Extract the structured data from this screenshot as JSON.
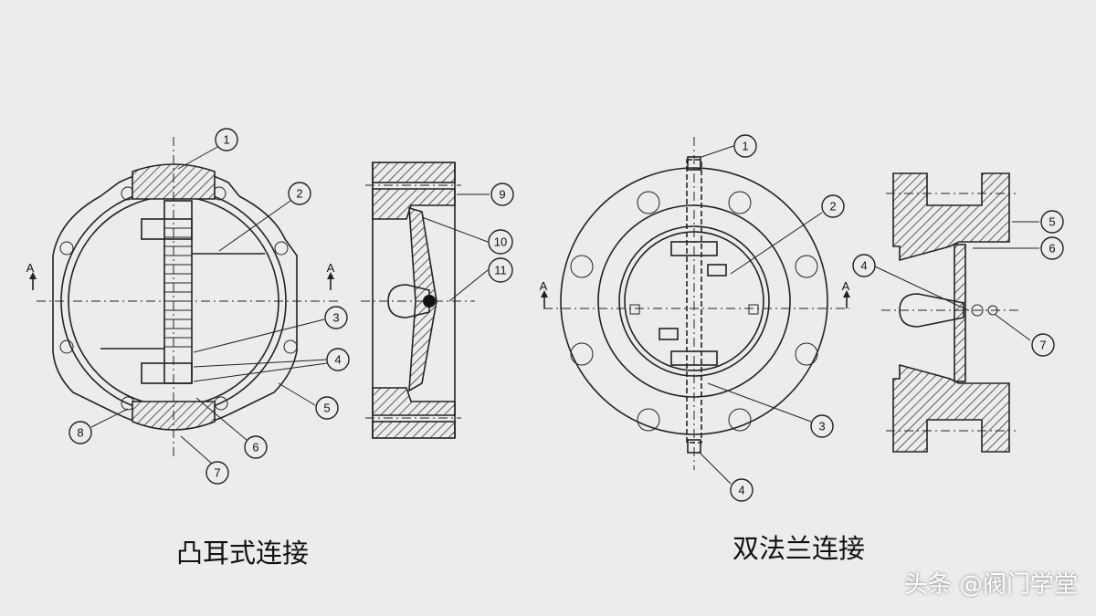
{
  "captions": {
    "left": "凸耳式连接",
    "right": "双法兰连接"
  },
  "watermark": "头条 @阀门学堂",
  "section_marks": [
    "A",
    "A",
    "A",
    "A"
  ],
  "left_view_callouts": [
    "1",
    "2",
    "3",
    "4",
    "5",
    "6",
    "7",
    "8"
  ],
  "left_side_callouts": [
    "9",
    "10",
    "11"
  ],
  "right_view_callouts": [
    "1",
    "2",
    "3",
    "4"
  ],
  "right_side_callouts": [
    "5",
    "6",
    "4",
    "7"
  ]
}
